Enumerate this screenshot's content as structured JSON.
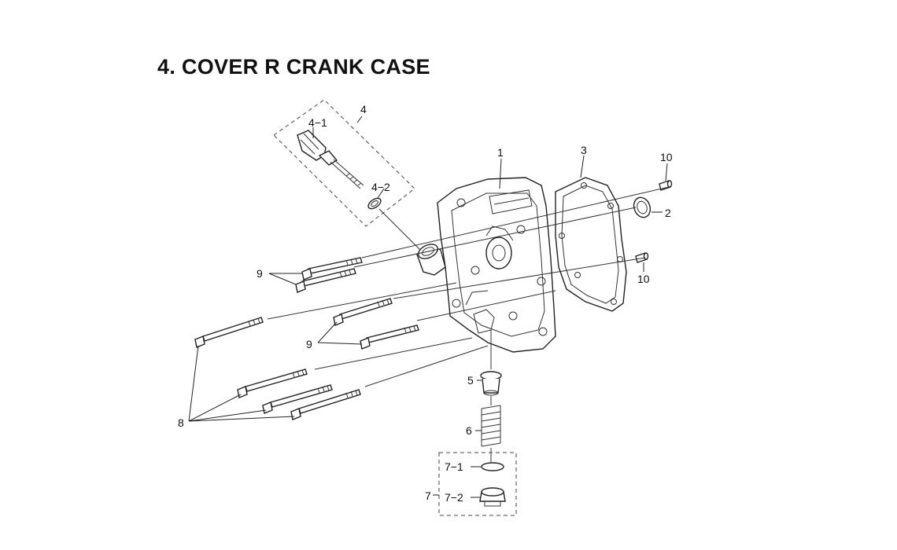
{
  "title": "4. COVER R CRANK CASE",
  "callouts": {
    "p1": "1",
    "p2": "2",
    "p3": "3",
    "p4": "4",
    "p4_1": "4−1",
    "p4_2": "4−2",
    "p5": "5",
    "p6": "6",
    "p7": "7",
    "p7_1": "7−1",
    "p7_2": "7−2",
    "p8": "8",
    "p9_upper": "9",
    "p9_lower": "9",
    "p10_top": "10",
    "p10_bottom": "10"
  }
}
